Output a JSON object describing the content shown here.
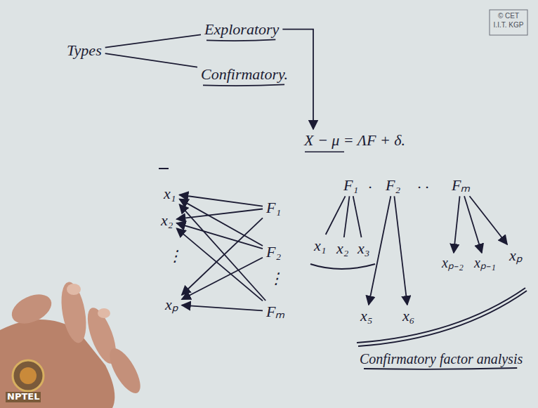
{
  "diagram": {
    "nodes": [
      {
        "text": [
          "Types"
        ]
      },
      {
        "text": [
          "Exploratory"
        ]
      },
      {
        "text": [
          "Confirmatory."
        ]
      },
      {
        "text": [
          "X − μ = ΛF + δ."
        ]
      },
      {
        "text": [
          "x₁"
        ]
      },
      {
        "text": [
          "x₂"
        ]
      },
      {
        "text": [
          "xₚ"
        ]
      },
      {
        "text": [
          "F₁"
        ]
      },
      {
        "text": [
          "F₂"
        ]
      },
      {
        "text": [
          "Fₘ"
        ]
      },
      {
        "text": [
          "F₁"
        ]
      },
      {
        "text": [
          "F₂"
        ]
      },
      {
        "text": [
          "Fₘ"
        ]
      },
      {
        "text": [
          "x₁"
        ]
      },
      {
        "text": [
          "x₂"
        ]
      },
      {
        "text": [
          "x₃"
        ]
      },
      {
        "text": [
          "x₅"
        ]
      },
      {
        "text": [
          "x₆"
        ]
      },
      {
        "text": [
          "xₚ₋₂"
        ]
      },
      {
        "text": [
          "xₚ₋₁"
        ]
      },
      {
        "text": [
          "xₚ"
        ]
      }
    ],
    "edges": [
      {
        "from": 0,
        "to": 1,
        "arrow": "none"
      },
      {
        "from": 0,
        "to": 2,
        "arrow": "none"
      },
      {
        "from": 1,
        "to": 3,
        "arrow": "to"
      },
      {
        "from": 7,
        "to": 4,
        "arrow": "to"
      },
      {
        "from": 7,
        "to": 5,
        "arrow": "to"
      },
      {
        "from": 7,
        "to": 6,
        "arrow": "to"
      },
      {
        "from": 8,
        "to": 4,
        "arrow": "to"
      },
      {
        "from": 8,
        "to": 5,
        "arrow": "to"
      },
      {
        "from": 8,
        "to": 6,
        "arrow": "to"
      },
      {
        "from": 9,
        "to": 4,
        "arrow": "to"
      },
      {
        "from": 9,
        "to": 5,
        "arrow": "to"
      },
      {
        "from": 9,
        "to": 6,
        "arrow": "to"
      },
      {
        "from": 10,
        "to": 13,
        "arrow": "none"
      },
      {
        "from": 10,
        "to": 14,
        "arrow": "none"
      },
      {
        "from": 10,
        "to": 15,
        "arrow": "none"
      },
      {
        "from": 11,
        "to": 16,
        "arrow": "to"
      },
      {
        "from": 11,
        "to": 17,
        "arrow": "to"
      },
      {
        "from": 12,
        "to": 18,
        "arrow": "to"
      },
      {
        "from": 12,
        "to": 19,
        "arrow": "to"
      },
      {
        "from": 12,
        "to": 20,
        "arrow": "to"
      }
    ],
    "labels": [
      "© CET I.I.T. KGP",
      "⋮",
      "⋮",
      "·",
      "· ·",
      "Confirmatory factor analysis",
      "NPTEL"
    ]
  }
}
